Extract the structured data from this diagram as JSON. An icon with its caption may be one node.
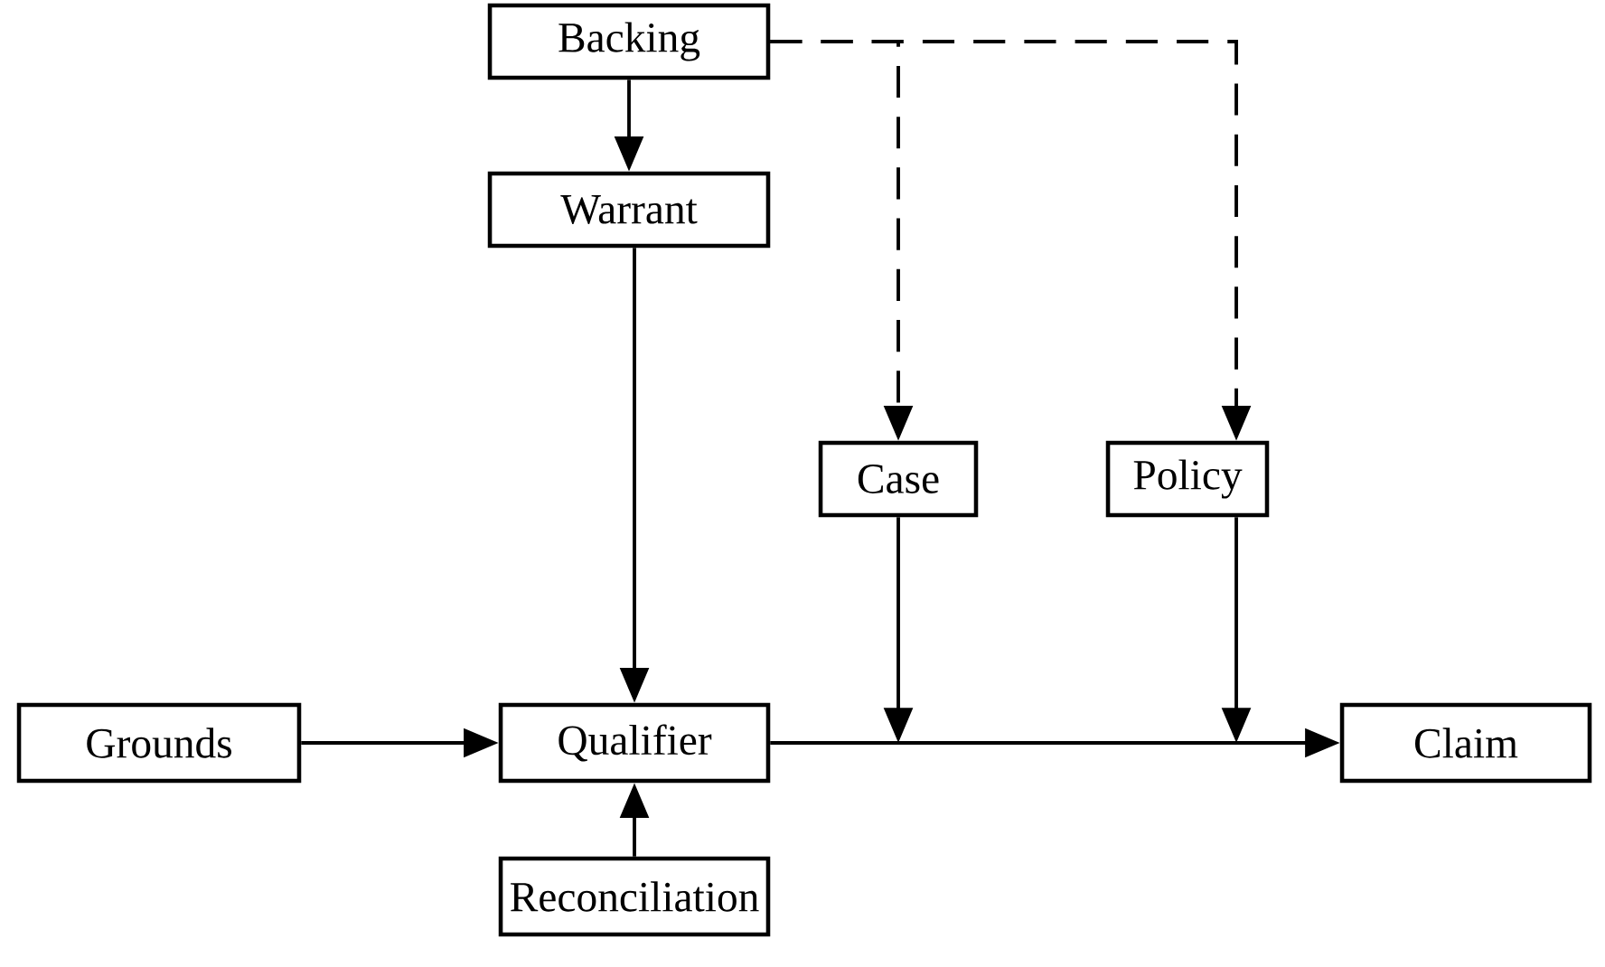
{
  "diagram": {
    "nodes": [
      {
        "text": [
          "Backing"
        ]
      },
      {
        "text": [
          "Warrant"
        ]
      },
      {
        "text": [
          "Case"
        ]
      },
      {
        "text": [
          "Policy"
        ]
      },
      {
        "text": [
          "Grounds"
        ]
      },
      {
        "text": [
          "Qualifier"
        ]
      },
      {
        "text": [
          "Claim"
        ]
      },
      {
        "text": [
          "Reconciliation"
        ]
      }
    ],
    "edges": [
      {
        "from": 0,
        "to": 1,
        "arrow": "to"
      },
      {
        "from": 0,
        "to": 2,
        "arrow": "to",
        "style": "dashed"
      },
      {
        "from": 0,
        "to": 3,
        "arrow": "to",
        "style": "dashed"
      },
      {
        "from": 1,
        "to": 5,
        "arrow": "to"
      },
      {
        "from": 2,
        "to": null,
        "arrow": "to"
      },
      {
        "from": 3,
        "to": null,
        "arrow": "to"
      },
      {
        "from": 4,
        "to": 5,
        "arrow": "to"
      },
      {
        "from": 5,
        "to": 6,
        "arrow": "to"
      },
      {
        "from": 7,
        "to": 5,
        "arrow": "to"
      }
    ]
  }
}
